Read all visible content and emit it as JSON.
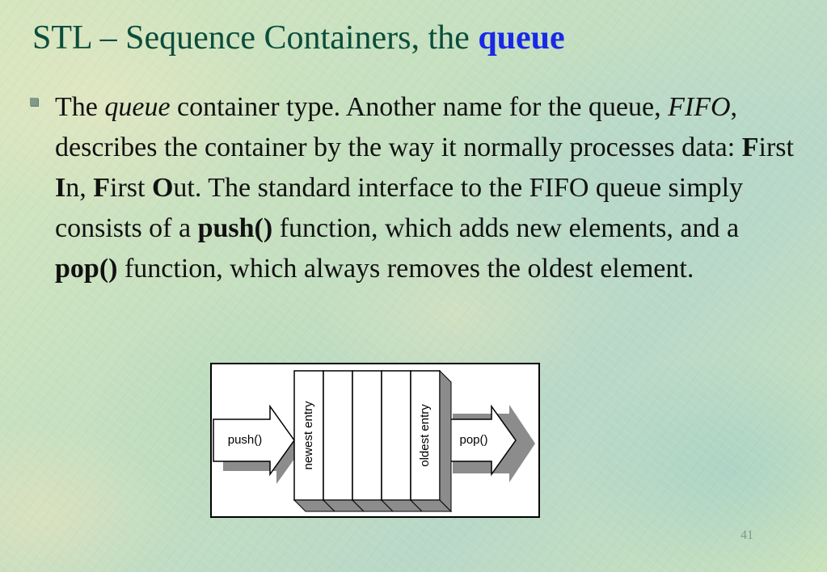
{
  "slide": {
    "title_main": "STL – Sequence Containers, the",
    "title_accent": "queue",
    "page_number": "41"
  },
  "body": {
    "t01": "The ",
    "t02": "queue",
    "t03": " container type. Another name for the queue, ",
    "t04": "FIFO",
    "t05": ", describes the container by the way it normally processes data: ",
    "t06": "F",
    "t07": "irst ",
    "t08": "I",
    "t09": "n, ",
    "t10": "F",
    "t11": "irst ",
    "t12": "O",
    "t13": "ut. The standard interface to the FIFO queue simply consists of a ",
    "t14": "push()",
    "t15": " function, which adds new elements, and a ",
    "t16": "pop()",
    "t17": " function, which always removes the oldest element."
  },
  "diagram": {
    "push_label": "push()",
    "pop_label": "pop()",
    "newest_label": "newest entry",
    "oldest_label": "oldest entry",
    "slot_count": 5,
    "colors": {
      "frame": "#000000",
      "panel": "#ffffff",
      "shadow": "#8c8c8c",
      "arrow_fill": "#ffffff"
    }
  }
}
